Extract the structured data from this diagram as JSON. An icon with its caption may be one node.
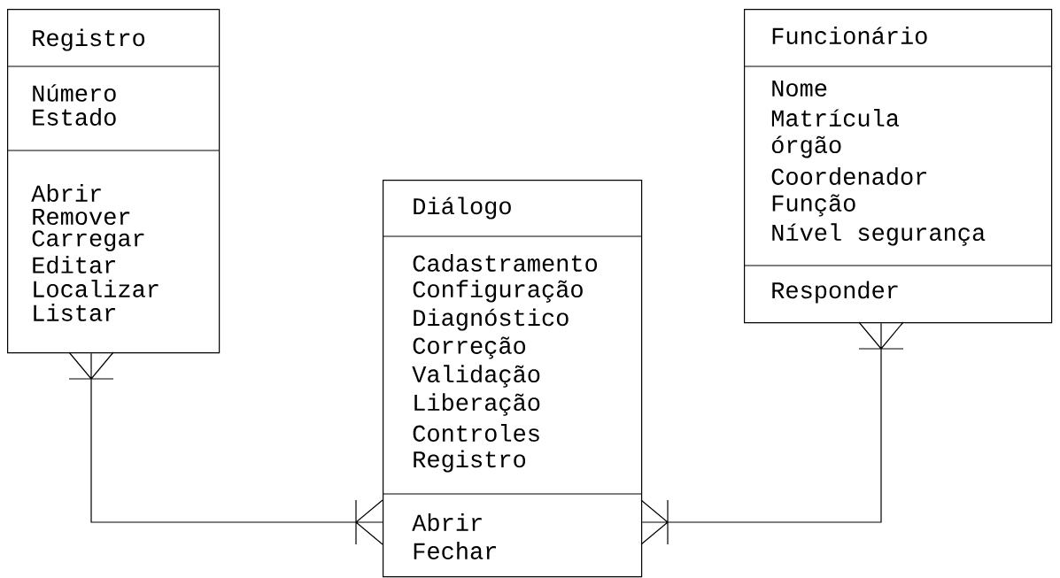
{
  "diagram": {
    "nodes": [
      {
        "text": [
          "Registro",
          "Número",
          "Estado",
          "Abrir",
          "Remover",
          "Carregar",
          "Editar",
          "Localizar",
          "Listar"
        ]
      },
      {
        "text": [
          "Diálogo",
          "Cadastramento",
          "Configuração",
          "Diagnóstico",
          "Correção",
          "Validação",
          "Liberação",
          "Controles",
          "Registro",
          "Abrir",
          "Fechar"
        ]
      },
      {
        "text": [
          "Funcionário",
          "Nome",
          "Matrícula",
          "órgão",
          "Coordenador",
          "Função",
          "Nível segurança",
          "Responder"
        ]
      }
    ],
    "edges": [
      {
        "from": 0,
        "to": 1,
        "arrow": "other"
      },
      {
        "from": 2,
        "to": 1,
        "arrow": "other"
      }
    ]
  }
}
